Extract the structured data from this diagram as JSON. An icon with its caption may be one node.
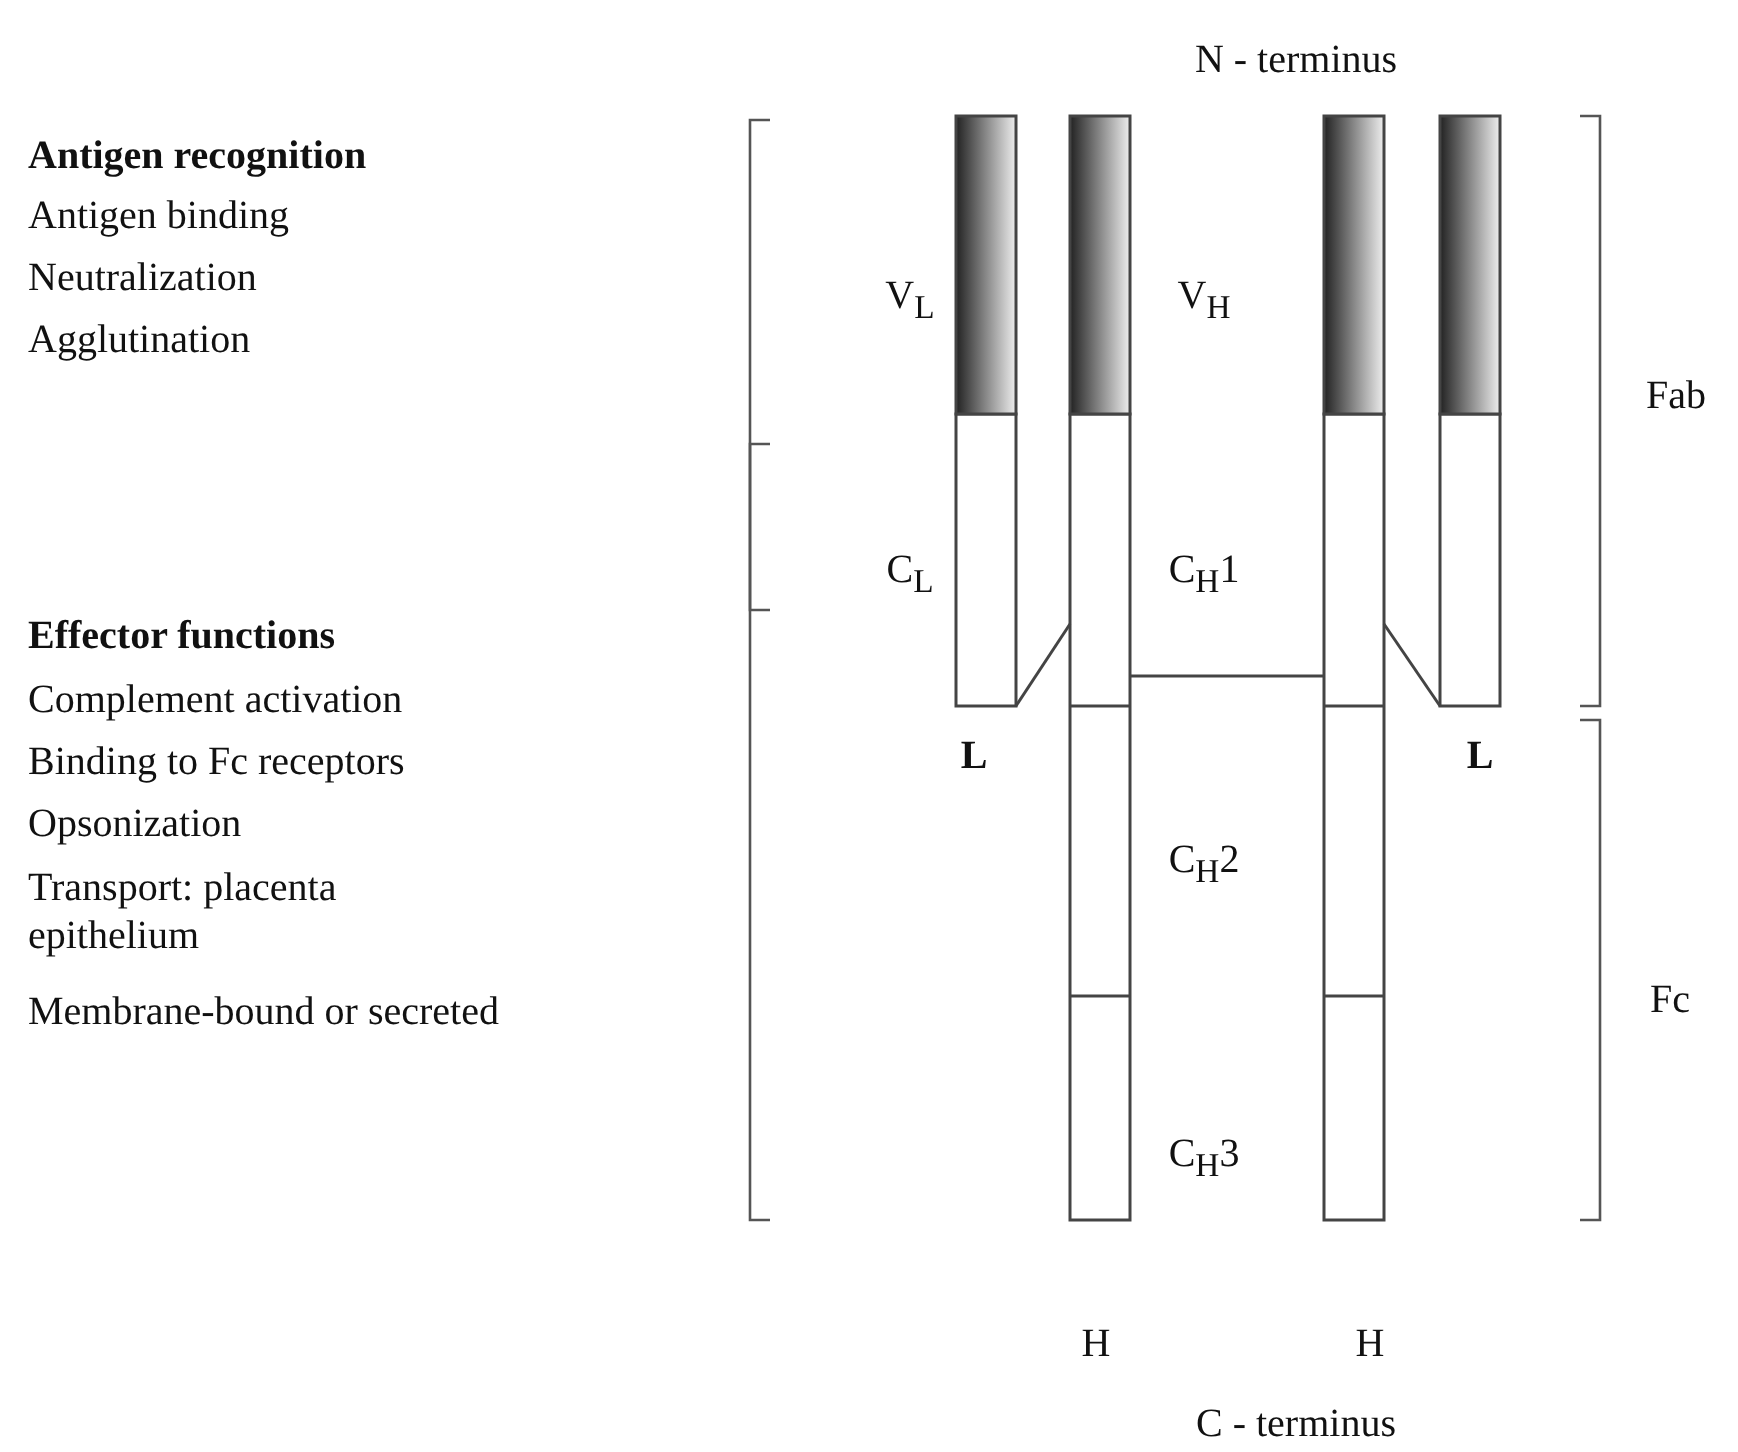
{
  "diagram": {
    "labels": [
      "N - terminus",
      "Antigen recognition",
      "Antigen binding",
      "Neutralization",
      "Agglutination",
      "V$_{L}$",
      "V$_{H}$",
      "Fab",
      "C$_{L}$",
      "C$_{H}$1",
      "Effector functions",
      "Complement activation",
      "L",
      "L",
      "Binding to Fc receptors",
      "Opsonization",
      "C$_{H}$2",
      "Transport: placenta epithelium",
      "Membrane-bound or secreted",
      "Fc",
      "C$_{H}$3",
      "H",
      "H",
      "C - terminus"
    ]
  }
}
